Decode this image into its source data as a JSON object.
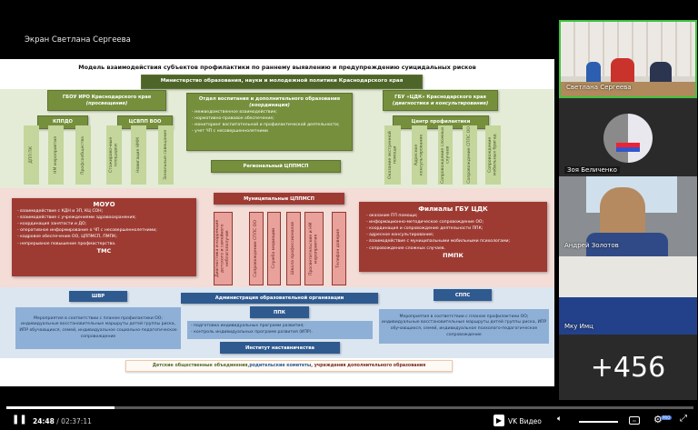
{
  "screen_title": "Экран Светлана Сергеева",
  "slide": {
    "title": "Модель взаимодействия субъектов профилактики по раннему выявлению и предупреждению суицидальных рисков",
    "ministry": "Министерство образования, науки и молодежной политики Краснодарского края",
    "iro": {
      "name": "ГБОУ ИРО Краснодарского края",
      "role": "(просвещение)"
    },
    "kppdo": "КППДО",
    "csvpp": "ЦСВПП ВОО",
    "left_columns": [
      "ДПП ПК",
      "НМ мероприятия",
      "Профсообщества",
      "Стажировочные площадки",
      "Навигация НММ",
      "Зональные совещания"
    ],
    "otdel": {
      "name": "Отдел воспитания и дополнительного образования",
      "role": "(координация)",
      "items": [
        "- межведомственное взаимодействие;",
        "- нормативно-правовое обеспечение;",
        "- мониторинг воспитательной и профилактической деятельности;",
        "- учет ЧП с несовершеннолетними"
      ]
    },
    "regional": "Региональный ЦППМСП",
    "cdk": {
      "name": "ГБУ «ЦДК» Краснодарского края",
      "role": "(диагностика и консультирование)"
    },
    "center": "Центр профилактики",
    "right_columns": [
      "Оказание экстренной помощи",
      "Адресное консультирование",
      "Сопровождение сложных случаев",
      "Сопровождение СППС ОО",
      "Сопровождение мобильных бригад"
    ],
    "mouo": {
      "name": "МОУО",
      "items": [
        "- взаимодействие  с КДН и ЗП, КЦ СОН;",
        "- взаимодействие с учреждениями здравоохранения;",
        "- координация занятости и ДО;",
        "- оперативное информирование о ЧП с несовершеннолетними;",
        "- кадровое обеспечение ОО, ЦППМСП, ПМПК;",
        "- непрерывное повышение профмастерства."
      ],
      "footer": "ТМС"
    },
    "municipal": "Муниципальные ЦППМСП",
    "municipal_columns": [
      "Диагностика и коррекция детского и семейного неблагополучия",
      "Сопровождение СППС ОО",
      "Служба медиации",
      "Школа профессионалов",
      "Просветительские и НМ мероприятия",
      "Телефон доверия"
    ],
    "filials": {
      "name": "Филиалы ГБУ ЦДК",
      "items": [
        "- оказание ПП помощи;",
        "- информационно-методическое сопровождение ОО;",
        "- координация и сопровождение деятельности ППК;",
        "- адресное консультирование;",
        "- взаимодействие с муниципальными мобильными психологами;",
        "- сопровождение сложных случаев."
      ],
      "footer": "ПМПК"
    },
    "shvr": "ШВР",
    "shvr_text": "Мероприятия в соответствии с планом профилактики ОО; индивидуальные восстановительные маршруты детей группы риска, ИПР обучающихся, семей, индивидуальное социально-педагогическое сопровождение",
    "admin": "Администрация образовательной организации",
    "ppk": "ППК",
    "ppk_items": [
      "- подготовка индивидуальных программ развития;",
      "- контроль индивидуальных программ развития (ИПР)."
    ],
    "institute": "Институт наставничества",
    "spps": "СППС",
    "spps_text": "Мероприятия в соответствии с планом профилактики ОО; индивидуальные восстановительные маршруты детей группы риска, ИПР обучающихся, семей, индивидуальное психолого-педагогическое сопровождение",
    "bottom": {
      "part1": "Детские общественные объединения, ",
      "part2": "родительские  комитеты",
      "part3": ", учреждения дополнительного образования"
    }
  },
  "participants": [
    {
      "name": "Светлана Сергеева",
      "active": true
    },
    {
      "name": "Зоя Беличенко"
    },
    {
      "name": "Андрей Золотов"
    },
    {
      "name": "Мку Имц"
    }
  ],
  "more_count": "+456",
  "player": {
    "current": "24:48",
    "total": "/ 02:37:11",
    "progress_percent": 15.8,
    "brand": "VK Видео",
    "volume_percent": 100,
    "settings_badge": "PRO"
  },
  "colors": {
    "green": "#758f3c",
    "red": "#9d3b33",
    "blue": "#2f5a8f",
    "active_border": "#3ec43e"
  }
}
